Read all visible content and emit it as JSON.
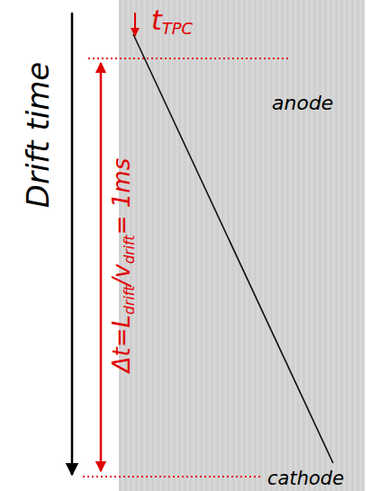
{
  "diagram": {
    "labels": [
      "t",
      "TPC",
      "anode",
      "Drift time",
      "Δt=L",
      "drift",
      "/v",
      "drift",
      "= 1ms",
      "cathode"
    ]
  }
}
